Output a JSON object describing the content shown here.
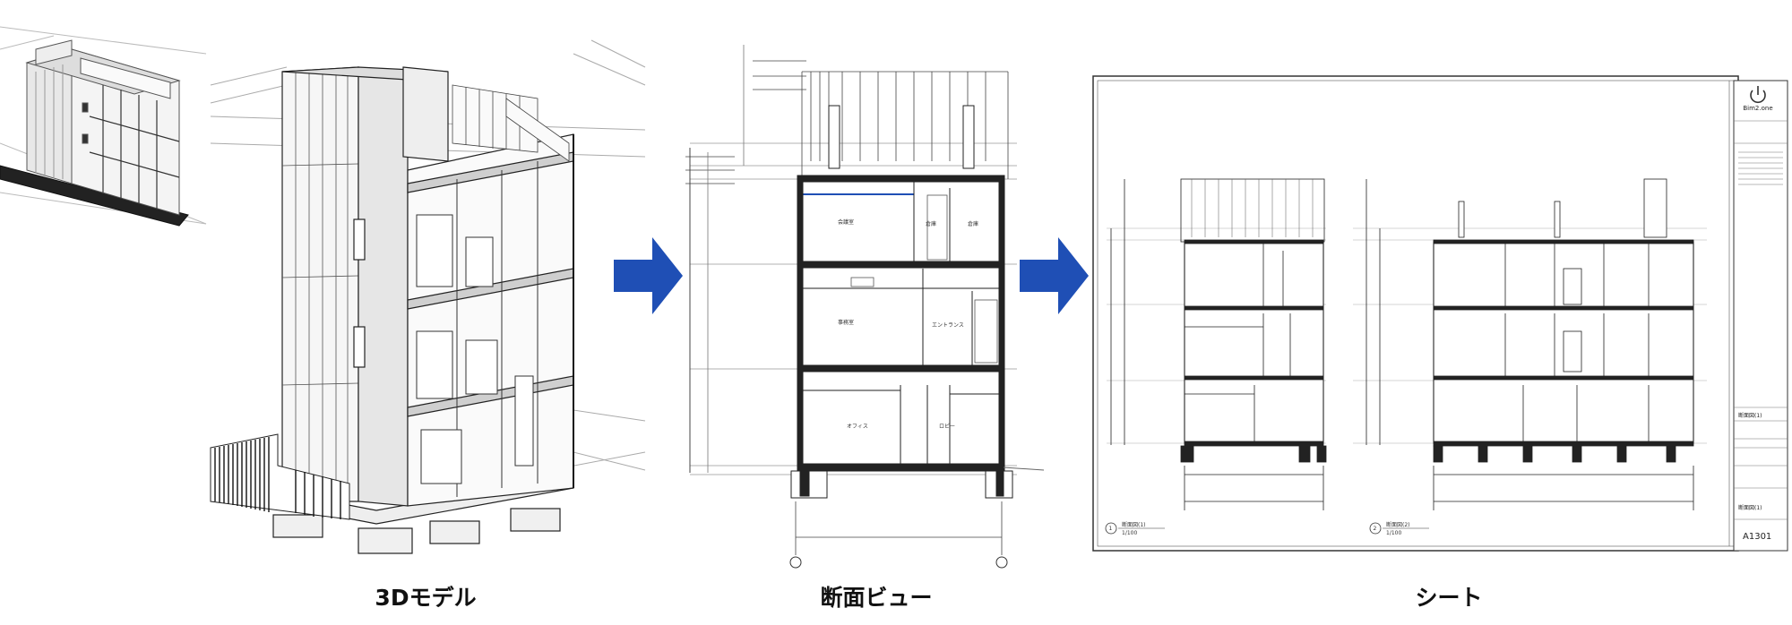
{
  "captions": {
    "model_3d": "3Dモデル",
    "section_view": "断面ビュー",
    "sheet": "シート"
  },
  "section_view": {
    "rooms": [
      "会議室",
      "倉庫",
      "事務室",
      "オフィス",
      "エントランス",
      "ロビー"
    ]
  },
  "sheet": {
    "brand": "Bim2.one",
    "sheet_number": "A1301",
    "title_block_label": "断面図(1)",
    "detail_markers": [
      "1",
      "2"
    ],
    "detail_titles": [
      "断面図(1)",
      "断面図(2)"
    ],
    "detail_scale": "1/100"
  },
  "colors": {
    "arrow": "#1f4fb5",
    "line": "#222222",
    "light_line": "#9a9a9a"
  },
  "icons": {
    "arrow": "arrow-right-icon",
    "power": "power-icon"
  }
}
